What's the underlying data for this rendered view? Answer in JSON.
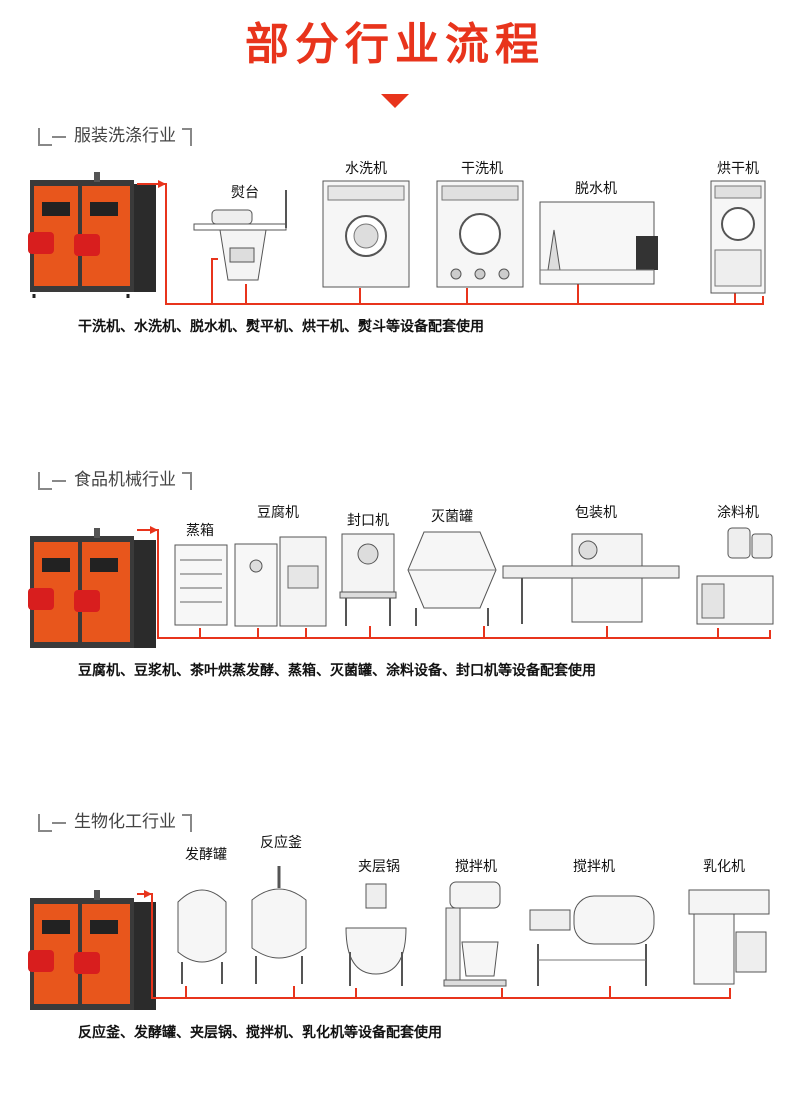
{
  "page_title": "部分行业流程",
  "colors": {
    "accent": "#e8341c",
    "pipe": "#e8341c",
    "boiler_orange": "#e8561c",
    "boiler_dark": "#3a3a3a"
  },
  "sections": [
    {
      "label": "服装洗涤行业",
      "equipment": [
        "熨台",
        "水洗机",
        "干洗机",
        "脱水机",
        "烘干机"
      ],
      "caption": "干洗机、水洗机、脱水机、熨平机、烘干机、熨斗等设备配套使用"
    },
    {
      "label": "食品机械行业",
      "equipment": [
        "蒸箱",
        "豆腐机",
        "封口机",
        "灭菌罐",
        "包装机",
        "涂料机"
      ],
      "caption": "豆腐机、豆浆机、茶叶烘蒸发酵、蒸箱、灭菌罐、涂料设备、封口机等设备配套使用"
    },
    {
      "label": "生物化工行业",
      "equipment": [
        "发酵罐",
        "反应釜",
        "夹层锅",
        "搅拌机",
        "搅拌机",
        "乳化机"
      ],
      "caption": "反应釜、发酵罐、夹层锅、搅拌机、乳化机等设备配套使用"
    }
  ]
}
